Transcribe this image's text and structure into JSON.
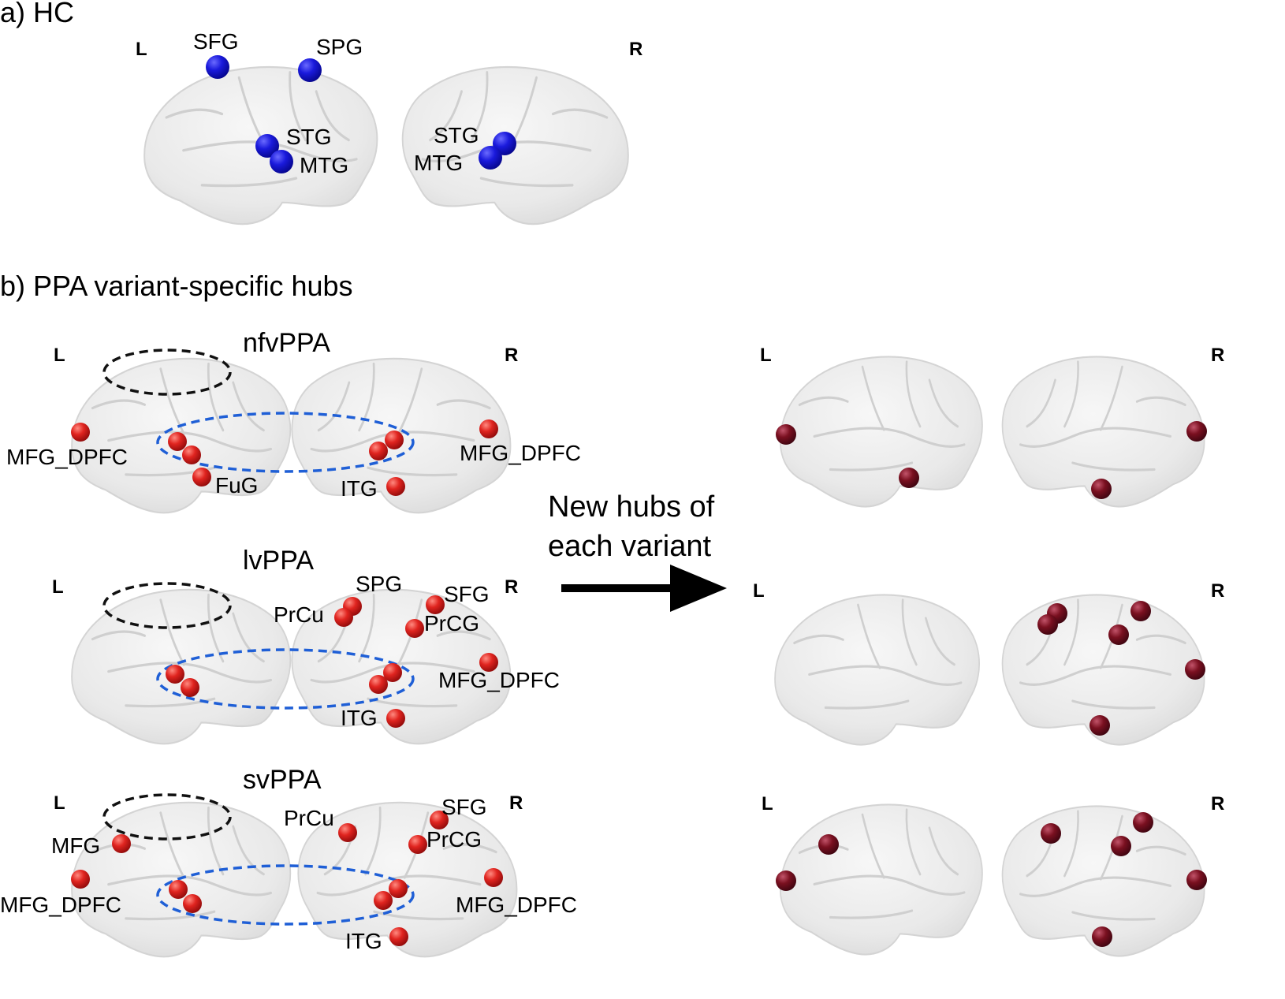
{
  "panel_a": {
    "title": "a) HC",
    "left_side": "L",
    "right_side": "R",
    "hub_color": "#1a1adc",
    "labels": [
      "SFG",
      "SPG",
      "STG",
      "MTG",
      "STG",
      "MTG"
    ]
  },
  "panel_b": {
    "title": "b) PPA variant-specific hubs",
    "hub_color": "#e0241f",
    "new_hub_color": "#7a1020",
    "ring_colors": {
      "spared": "#111111",
      "temporal": "#1f5fd6"
    },
    "rows": [
      {
        "variant": "nfvPPA",
        "left_side": "L",
        "right_side": "R",
        "labels": [
          "MFG_DPFC",
          "FuG",
          "ITG",
          "MFG_DPFC"
        ],
        "new_side_left": "L",
        "new_side_right": "R"
      },
      {
        "variant": "lvPPA",
        "left_side": "L",
        "right_side": "R",
        "labels": [
          "SPG",
          "SFG",
          "PrCu",
          "PrCG",
          "MFG_DPFC",
          "ITG"
        ],
        "new_side_left": "L",
        "new_side_right": "R"
      },
      {
        "variant": "svPPA",
        "left_side": "L",
        "right_side": "R",
        "labels": [
          "SFG",
          "PrCu",
          "MFG",
          "PrCG",
          "MFG_DPFC",
          "MFG_DPFC",
          "ITG"
        ],
        "new_side_left": "L",
        "new_side_right": "R"
      }
    ],
    "arrow_text_line1": "New hubs of",
    "arrow_text_line2": "each variant"
  }
}
